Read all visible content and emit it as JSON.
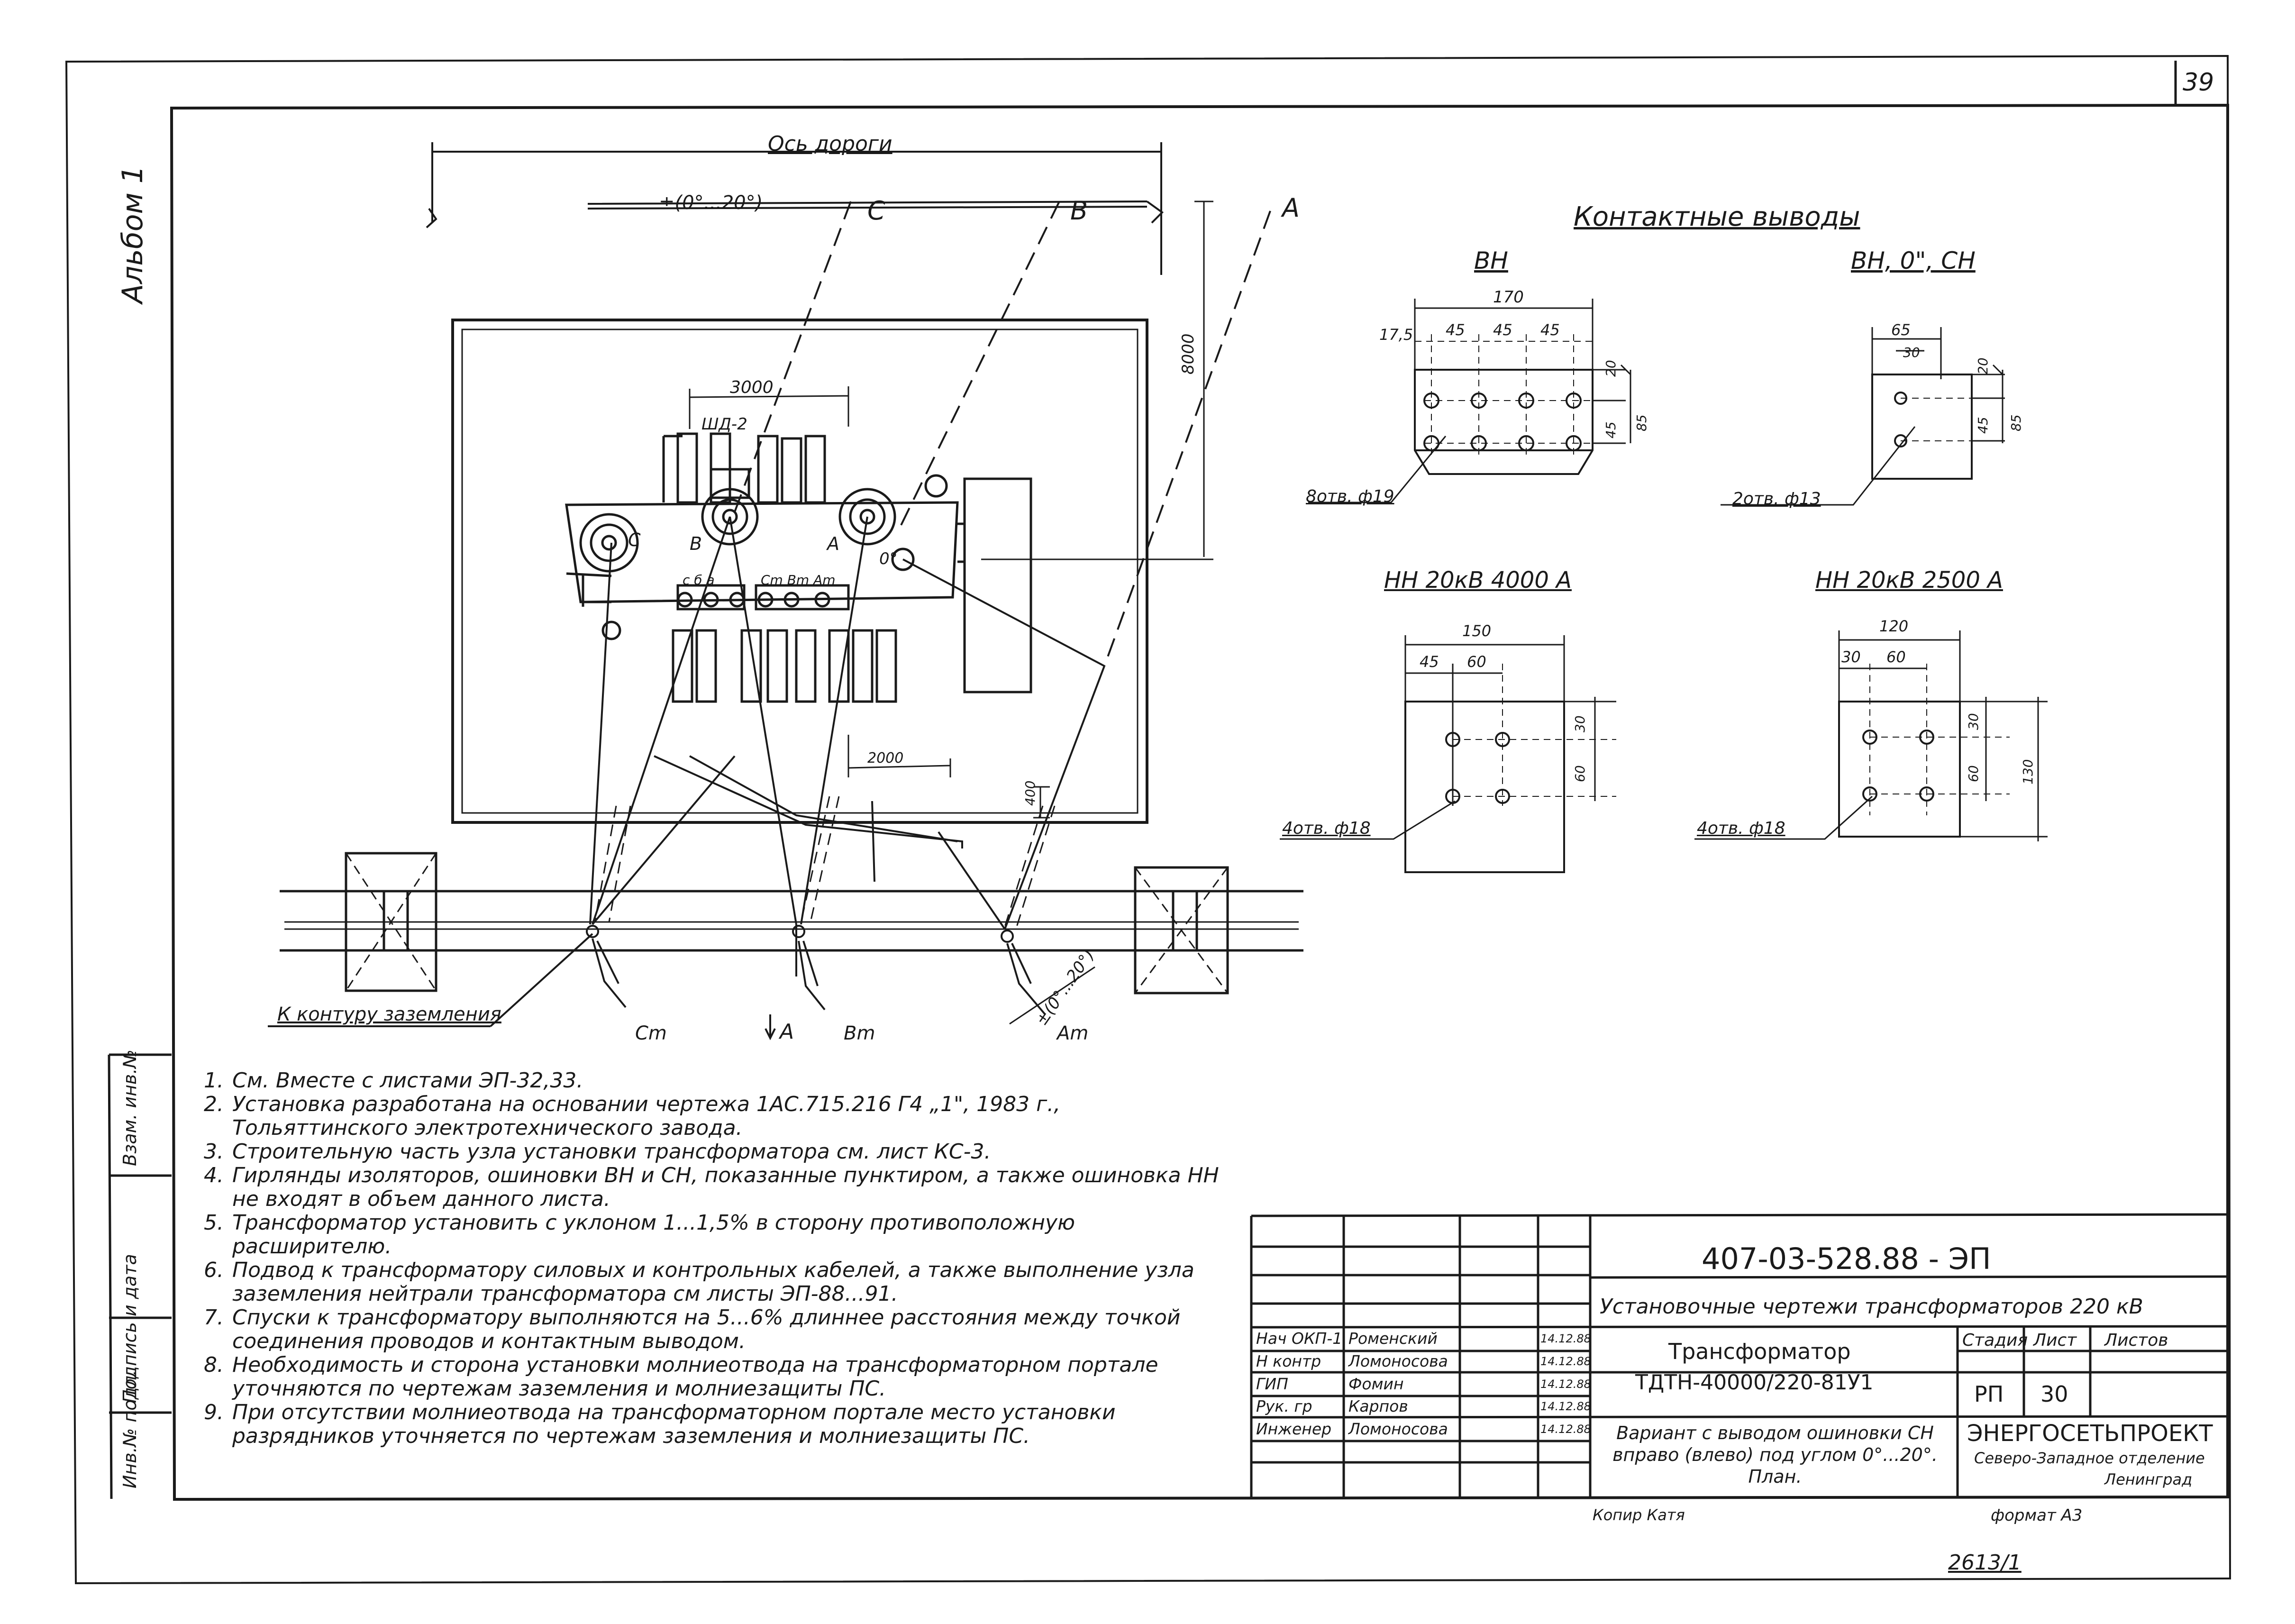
{
  "sheet": {
    "page_number": "39",
    "album_label": "Альбом 1",
    "copied_by": "Копир Катя",
    "format": "формат A3",
    "stamp_number": "2613/1"
  },
  "plan": {
    "road_axis": "Ось дороги",
    "angle": "±(0°...20°)",
    "angle_bottom": "±(0°...20°)",
    "phase_c": "C",
    "phase_b": "B",
    "phase_a": "A",
    "phase_c_small": "C",
    "phase_b_small": "B",
    "phase_a_small": "A",
    "phase_a_bottom": "A",
    "cm_label": "Cm",
    "bm_label": "Bm",
    "am_label": "Am",
    "busbar_labels": "с  б  а",
    "busbar_labels2": "Cm Bm  Am",
    "zero_label": "0°",
    "dim_3000": "3000",
    "dim_8000": "8000",
    "dim_2000": "2000",
    "dim_400": "400",
    "cabinet": "ШД-2",
    "grounding": "К контуру заземления"
  },
  "contacts": {
    "title": "Контактные выводы",
    "vn": {
      "title": "ВН",
      "d170": "170",
      "d175": "17,5",
      "d45a": "45",
      "d45b": "45",
      "d45c": "45",
      "d20": "20",
      "d45v": "45",
      "d85": "85",
      "holes": "8отв. ф19"
    },
    "vn0sn": {
      "title": "ВН, 0\", СН",
      "d65": "65",
      "d30": "30",
      "d20": "20",
      "d45": "45",
      "d85": "85",
      "holes": "2отв. ф13"
    },
    "nn4000": {
      "title": "НН 20кВ 4000 А",
      "d150": "150",
      "d45": "45",
      "d60": "60",
      "d30": "30",
      "d60v": "60",
      "holes": "4отв. ф18"
    },
    "nn2500": {
      "title": "НН 20кВ 2500 А",
      "d120": "120",
      "d30": "30",
      "d60": "60",
      "d30v": "30",
      "d60v": "60",
      "d130": "130",
      "holes": "4отв. ф18"
    }
  },
  "notes": [
    {
      "num": "1.",
      "text": "См. Вместе с листами ЭП-32,33."
    },
    {
      "num": "2.",
      "text": "Установка разработана на основании чертежа 1АС.715.216 Г4 „1\", 1983 г., Тольяттинского электротехнического завода."
    },
    {
      "num": "3.",
      "text": "Строительную часть узла установки трансформатора см. лист КС-3."
    },
    {
      "num": "4.",
      "text": "Гирлянды изоляторов, ошиновки ВН и СН, показанные пунктиром, а также ошиновка НН не входят в объем данного листа."
    },
    {
      "num": "5.",
      "text": "Трансформатор установить с уклоном 1...1,5% в сторону противоположную расширителю."
    },
    {
      "num": "6.",
      "text": "Подвод к трансформатору силовых и контрольных кабелей, а также выполнение узла заземления нейтрали трансформатора см листы ЭП-88...91."
    },
    {
      "num": "7.",
      "text": "Спуски к трансформатору выполняются на 5...6% длиннее расстояния между точкой соединения проводов и контактным выводом."
    },
    {
      "num": "8.",
      "text": "Необходимость и сторона установки молниеотвода на трансформаторном портале уточняются по чертежам заземления и молниезащиты ПС."
    },
    {
      "num": "9.",
      "text": "При отсутствии молниеотвода на трансформаторном портале место установки разрядников уточняется по чертежам заземления и молниезащиты ПС."
    }
  ],
  "side_strip": [
    "Инв.№ подл.",
    "Подпись и дата",
    "Взам. инв.№"
  ],
  "title_block": {
    "doc_code": "407-03-528.88 - ЭП",
    "project": "Установочные чертежи трансформаторов 220 кВ",
    "item_title": "Трансформатор",
    "item_model": "ТДТН-40000/220-81У1",
    "stage_header": "Стадия",
    "sheet_header": "Лист",
    "sheets_header": "Листов",
    "stage": "РП",
    "sheet": "30",
    "variant": "Вариант с выводом ошиновки СН вправо (влево) под углом 0°...20°. План.",
    "org": "ЭНЕРГОСЕТЬПРОЕКТ",
    "branch": "Северо-Западное отделение",
    "city": "Ленинград",
    "people": [
      {
        "role": "Нач ОКП-1",
        "name": "Роменский",
        "date": "14.12.88"
      },
      {
        "role": "Н контр",
        "name": "Ломоносова",
        "date": "14.12.88"
      },
      {
        "role": "ГИП",
        "name": "Фомин",
        "date": "14.12.88"
      },
      {
        "role": "Рук. гр",
        "name": "Карпов",
        "date": "14.12.88"
      },
      {
        "role": "Инженер",
        "name": "Ломоносова",
        "date": "14.12.88"
      }
    ]
  }
}
